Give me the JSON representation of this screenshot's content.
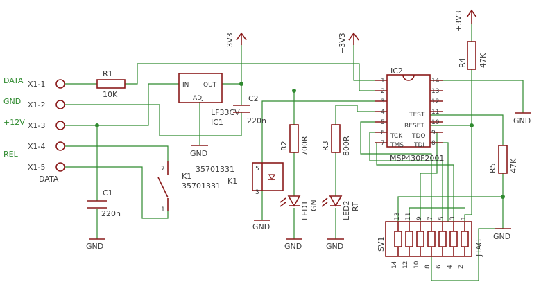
{
  "connector": {
    "signals": [
      "DATA",
      "GND",
      "+12V",
      "REL"
    ],
    "pins": [
      "X1-1",
      "X1-2",
      "X1-3",
      "X1-4",
      "X1-5"
    ],
    "pin5_sub": "DATA"
  },
  "r1": {
    "name": "R1",
    "value": "10K"
  },
  "ic1": {
    "name": "IC1",
    "type": "LF33CV",
    "pin_in": "IN",
    "pin_out": "OUT",
    "pin_adj": "ADJ"
  },
  "c1": {
    "name": "C1",
    "value": "220n"
  },
  "c2": {
    "name": "C2",
    "value": "220n"
  },
  "relay": {
    "coil": "K1",
    "coil_part": "35701331",
    "contact": "K1",
    "contact_part": "35701331",
    "pins": [
      "7",
      "1",
      "5",
      "3"
    ]
  },
  "r2": {
    "name": "R2",
    "value": "700R"
  },
  "r3": {
    "name": "R3",
    "value": "800R"
  },
  "r4": {
    "name": "R4",
    "value": "47K"
  },
  "r5": {
    "name": "R5",
    "value": "47K"
  },
  "led1": {
    "name": "LED1",
    "color": "GN"
  },
  "led2": {
    "name": "LED2",
    "color": "RT"
  },
  "ic2": {
    "name": "IC2",
    "part": "MSP430F2001",
    "left_pins": [
      "1",
      "2",
      "3",
      "4",
      "5",
      "6",
      "7"
    ],
    "right_pins": [
      "14",
      "13",
      "12",
      "11",
      "10",
      "9",
      "8"
    ],
    "inner_labels": [
      "TEST",
      "RESET",
      "TCK",
      "TDO",
      "TMS",
      "TDI"
    ]
  },
  "jtag": {
    "name": "SV1",
    "label": "JTAG",
    "top_pins": [
      "13",
      "11",
      "9",
      "7",
      "5",
      "3",
      "1"
    ],
    "bottom_pins": [
      "14",
      "12",
      "10",
      "8",
      "6",
      "4",
      "2"
    ]
  },
  "supply": {
    "v33": "+3V3",
    "gnd": "GND"
  }
}
